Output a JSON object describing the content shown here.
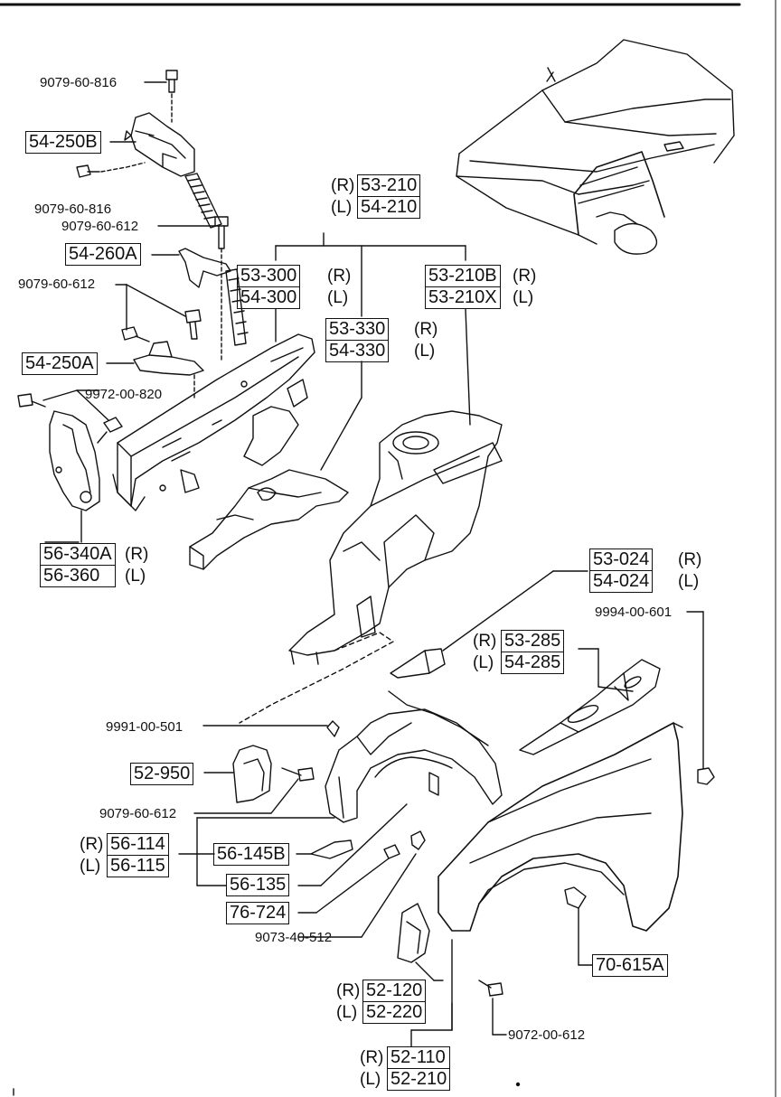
{
  "bolt_labels": {
    "b_9079_60_816_top": "9079-60-816",
    "b_9079_60_816_low": "9079-60-816",
    "b_9079_60_612_a": "9079-60-612",
    "b_9079_60_612_b": "9079-60-612",
    "b_9972_00_820": "9972-00-820",
    "b_9994_00_601": "9994-00-601",
    "b_9991_00_501": "9991-00-501",
    "b_9079_60_612_c": "9079-60-612",
    "b_9073_40_512": "9073-40-512",
    "b_9072_00_612": "9072-00-612"
  },
  "parts": {
    "p_54_250B": "54-250B",
    "p_54_260A": "54-260A",
    "p_54_250A": "54-250A",
    "p_53_210": "53-210",
    "p_54_210": "54-210",
    "p_53_300": "53-300",
    "p_54_300": "54-300",
    "p_53_330": "53-330",
    "p_54_330": "54-330",
    "p_53_210B": "53-210B",
    "p_53_210X": "53-210X",
    "p_56_340A": "56-340A",
    "p_56_360": "56-360",
    "p_53_024": "53-024",
    "p_54_024": "54-024",
    "p_53_285": "53-285",
    "p_54_285": "54-285",
    "p_52_950": "52-950",
    "p_56_114": "56-114",
    "p_56_115": "56-115",
    "p_56_145B": "56-145B",
    "p_56_135": "56-135",
    "p_76_724": "76-724",
    "p_70_615A": "70-615A",
    "p_52_120": "52-120",
    "p_52_220": "52-220",
    "p_52_110": "52-110",
    "p_52_210": "52-210"
  },
  "side_marks": {
    "right": "(R)",
    "left": "(L)"
  }
}
